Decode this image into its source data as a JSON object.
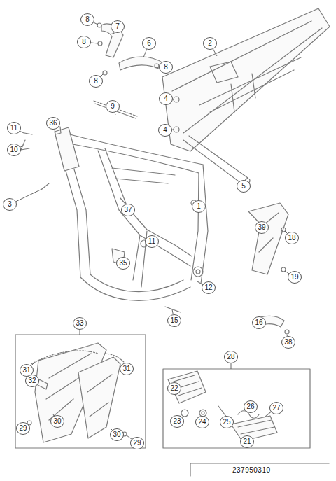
{
  "diagram": {
    "labels": [
      "8",
      "7",
      "2",
      "8",
      "6",
      "8",
      "8",
      "4",
      "9",
      "4",
      "36",
      "11",
      "10",
      "3",
      "5",
      "1",
      "37",
      "39",
      "18",
      "11",
      "35",
      "19",
      "12",
      "15",
      "16",
      "38",
      "33",
      "28",
      "31",
      "31",
      "32",
      "22",
      "26",
      "27",
      "23",
      "24",
      "25",
      "29",
      "30",
      "30",
      "29",
      "21",
      "237950310"
    ]
  }
}
